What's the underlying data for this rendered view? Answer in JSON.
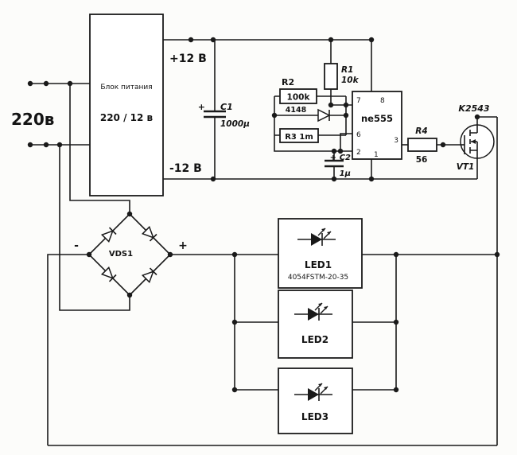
{
  "schematic": {
    "mains_voltage": "220в",
    "psu_name": "Блок питания",
    "psu_rating": "220 / 12 в",
    "rail_positive": "+12 В",
    "rail_negative": "-12 В",
    "c1_polarity": "+",
    "c1_ref": "C1",
    "c1_value": "1000µ",
    "r2_ref": "R2",
    "r2_value": "100k",
    "d1_part": "4148",
    "r3_label": "R3 1m",
    "r1_ref": "R1",
    "r1_value": "10k",
    "ic_part": "ne555",
    "ic_pin7": "7",
    "ic_pin8": "8",
    "ic_pin6": "6",
    "ic_pin2": "2",
    "ic_pin3": "3",
    "ic_pin1": "1",
    "c2_polarity": "+",
    "c2_ref": "C2",
    "c2_value": "1µ",
    "r4_ref": "R4",
    "r4_value": "56",
    "vt1_part": "K2543",
    "vt1_ref": "VT1",
    "bridge_ref": "VDS1",
    "bridge_minus": "-",
    "bridge_plus": "+",
    "led1_ref": "LED1",
    "led1_part": "4054FSTM-20-35",
    "led2_ref": "LED2",
    "led3_ref": "LED3"
  },
  "colors": {
    "ink": "#1a1a1a",
    "background": "#fcfcfa"
  }
}
